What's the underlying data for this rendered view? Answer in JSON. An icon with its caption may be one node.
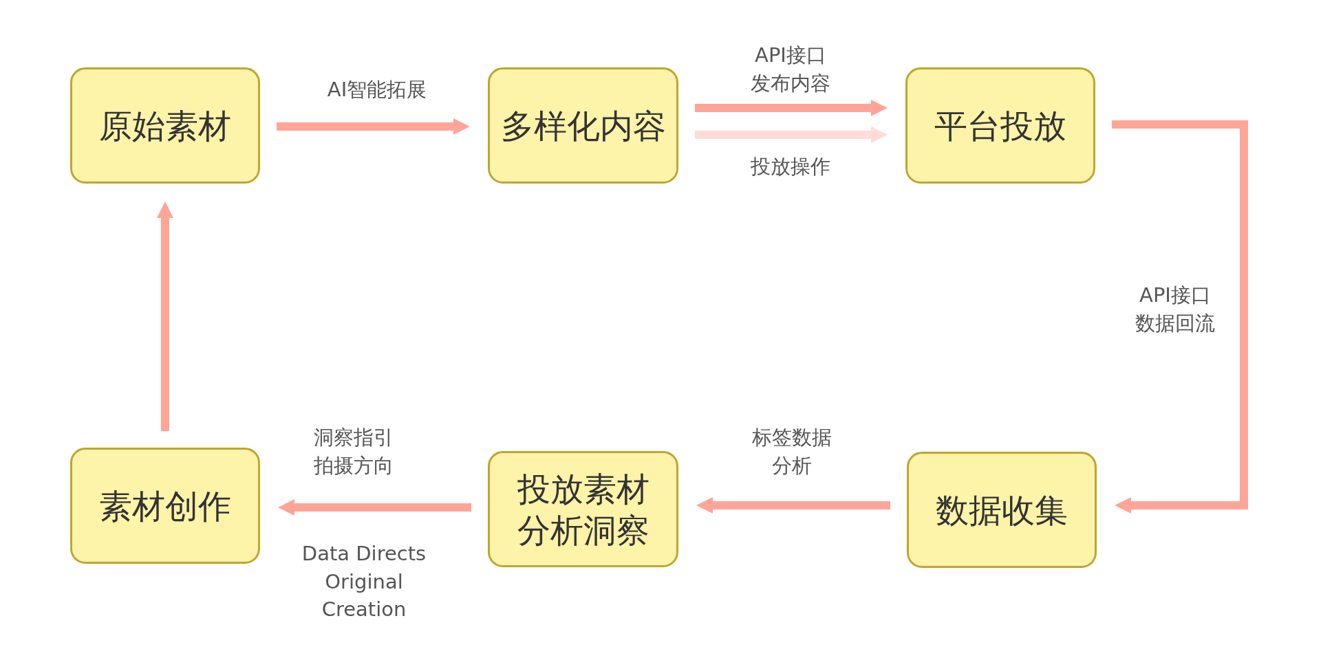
{
  "diagram": {
    "nodes": [
      {
        "text": [
          "原始素材"
        ]
      },
      {
        "text": [
          "多样化内容"
        ]
      },
      {
        "text": [
          "平台投放"
        ]
      },
      {
        "text": [
          "素材创作"
        ]
      },
      {
        "text": [
          "投放素材分析洞察"
        ]
      },
      {
        "text": [
          "数据收集"
        ]
      }
    ],
    "edges": [
      {
        "from": 0,
        "to": 1,
        "arrow": "to",
        "label": "AI智能拓展"
      },
      {
        "from": 1,
        "to": 2,
        "arrow": "to",
        "label": "API接口发布内容"
      },
      {
        "from": 1,
        "to": 2,
        "arrow": "to",
        "label": "投放操作",
        "color": "#ffdcd7"
      },
      {
        "from": 2,
        "to": 5,
        "arrow": "to",
        "label": "API接口数据回流"
      },
      {
        "from": 5,
        "to": 4,
        "arrow": "to",
        "label": "标签数据分析"
      },
      {
        "from": 4,
        "to": 3,
        "arrow": "to",
        "label": "洞察指引拍摄方向"
      },
      {
        "from": 3,
        "to": 0,
        "arrow": "to"
      }
    ],
    "labels": [
      "Data Directs Original Creation"
    ]
  }
}
